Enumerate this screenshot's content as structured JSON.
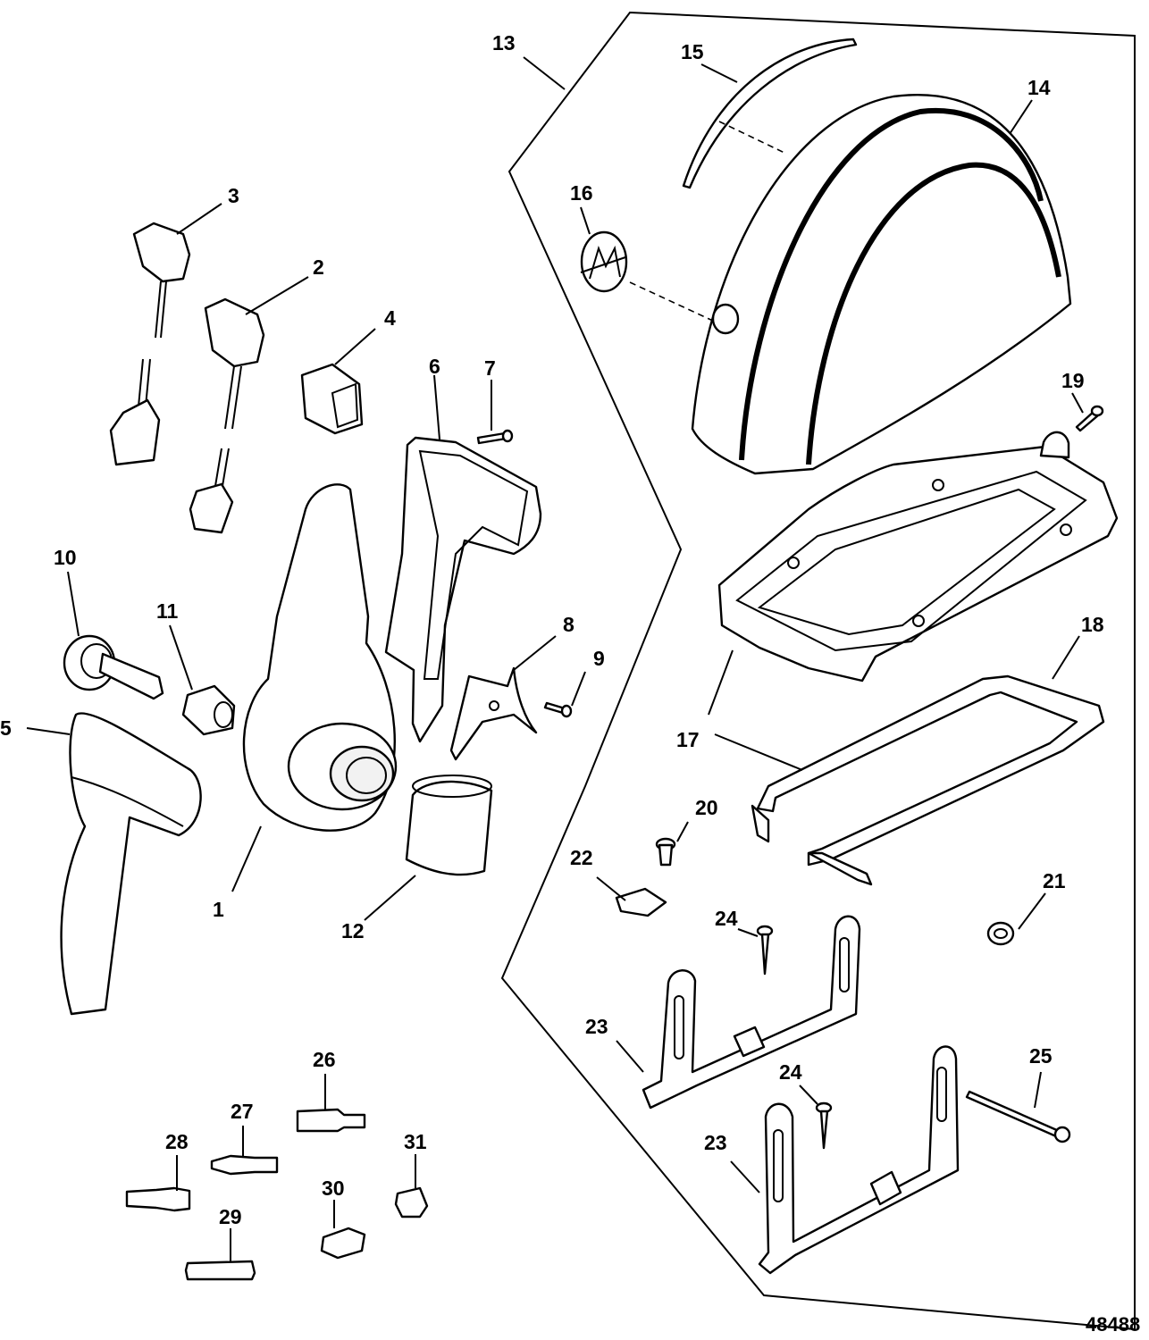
{
  "figure_number": "48488",
  "callouts": {
    "c1": "1",
    "c2": "2",
    "c3": "3",
    "c4": "4",
    "c5": "5",
    "c6": "6",
    "c7": "7",
    "c8": "8",
    "c9": "9",
    "c10": "10",
    "c11": "11",
    "c12": "12",
    "c13": "13",
    "c14": "14",
    "c15": "15",
    "c16": "16",
    "c17a": "17",
    "c17b": "17",
    "c18": "18",
    "c19": "19",
    "c20": "20",
    "c21": "21",
    "c22": "22",
    "c23a": "23",
    "c23b": "23",
    "c24a": "24",
    "c24b": "24",
    "c25": "25",
    "c26": "26",
    "c27": "27",
    "c28": "28",
    "c29": "29",
    "c30": "30",
    "c31": "31"
  }
}
